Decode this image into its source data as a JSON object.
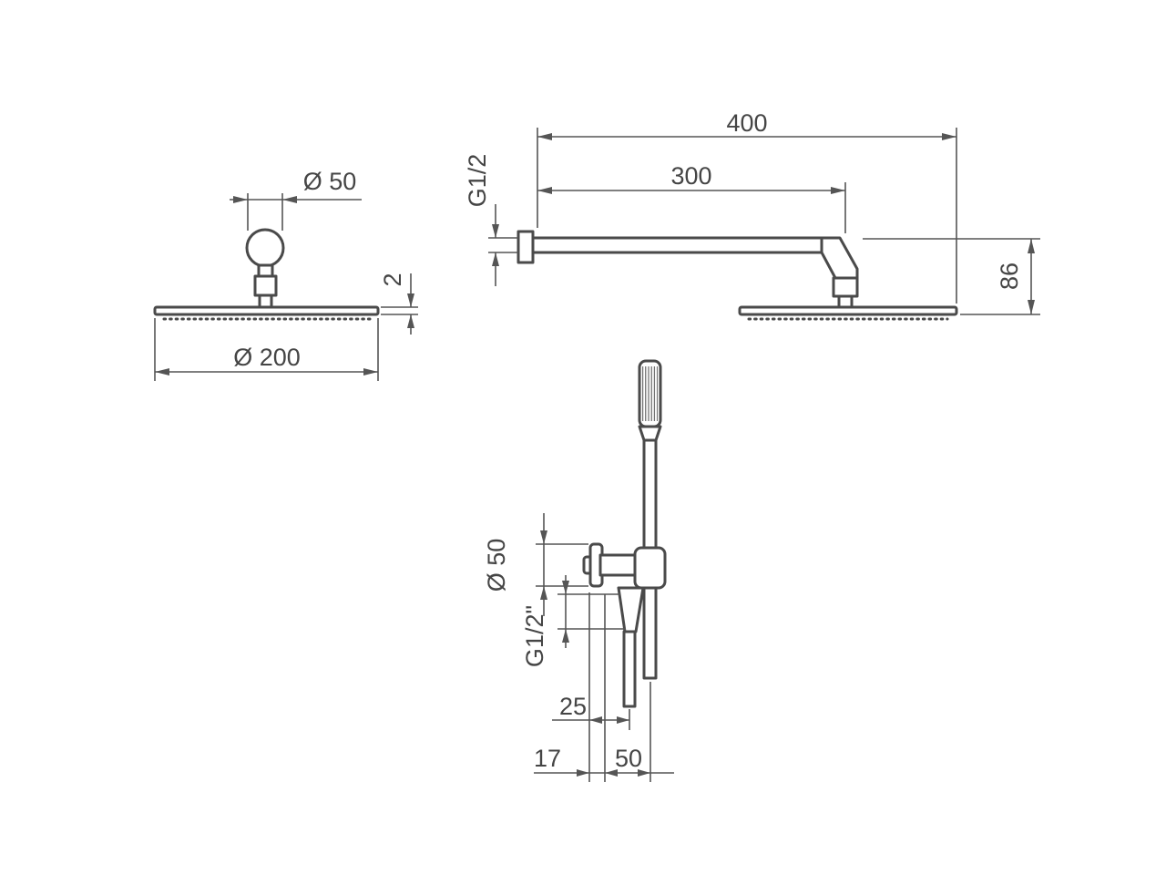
{
  "drawing": {
    "background": "#ffffff",
    "line_color": "#4a4a4a",
    "views": {
      "overhead_front": {
        "dim_connector_diameter": "Ø 50",
        "dim_plate_thickness": "2",
        "dim_head_diameter": "Ø 200"
      },
      "arm_side": {
        "dim_total_reach": "400",
        "dim_arm_length": "300",
        "dim_wall_thread": "G1/2",
        "dim_drop_height": "86"
      },
      "handshower": {
        "dim_holder_diameter": "Ø 50",
        "dim_hose_thread": "G1/2\"",
        "dim_hose_offset": "25",
        "dim_wall_offset": "17",
        "dim_handle_offset": "50"
      }
    }
  }
}
